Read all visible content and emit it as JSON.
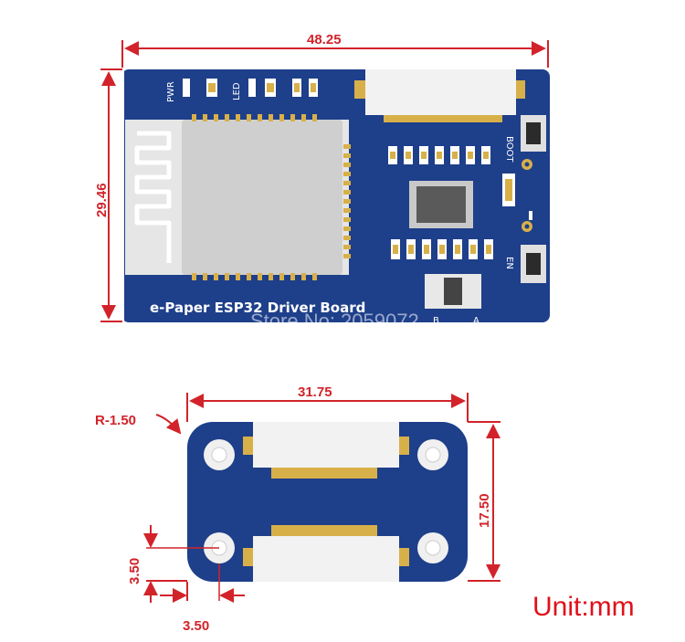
{
  "board_main": {
    "width_label": "48.25",
    "height_label": "29.46",
    "title": "e-Paper ESP32 Driver Board",
    "silk_pwr": "PWR",
    "silk_led": "LED",
    "silk_boot": "BOOT",
    "silk_en": "EN",
    "silk_a": "A",
    "silk_b": "B"
  },
  "board_adapter": {
    "width_label": "31.75",
    "height_label": "17.50",
    "radius_label": "R-1.50",
    "hole_v_label": "3.50",
    "hole_h_label": "3.50"
  },
  "watermark": "Store No: 2059072",
  "unit_label": "Unit:mm",
  "colors": {
    "pcb": "#1e3f8a",
    "dimension": "#d2232a",
    "module": "#d9d9d9",
    "pads": "#e8e8e8",
    "gold": "#d8b04a"
  }
}
